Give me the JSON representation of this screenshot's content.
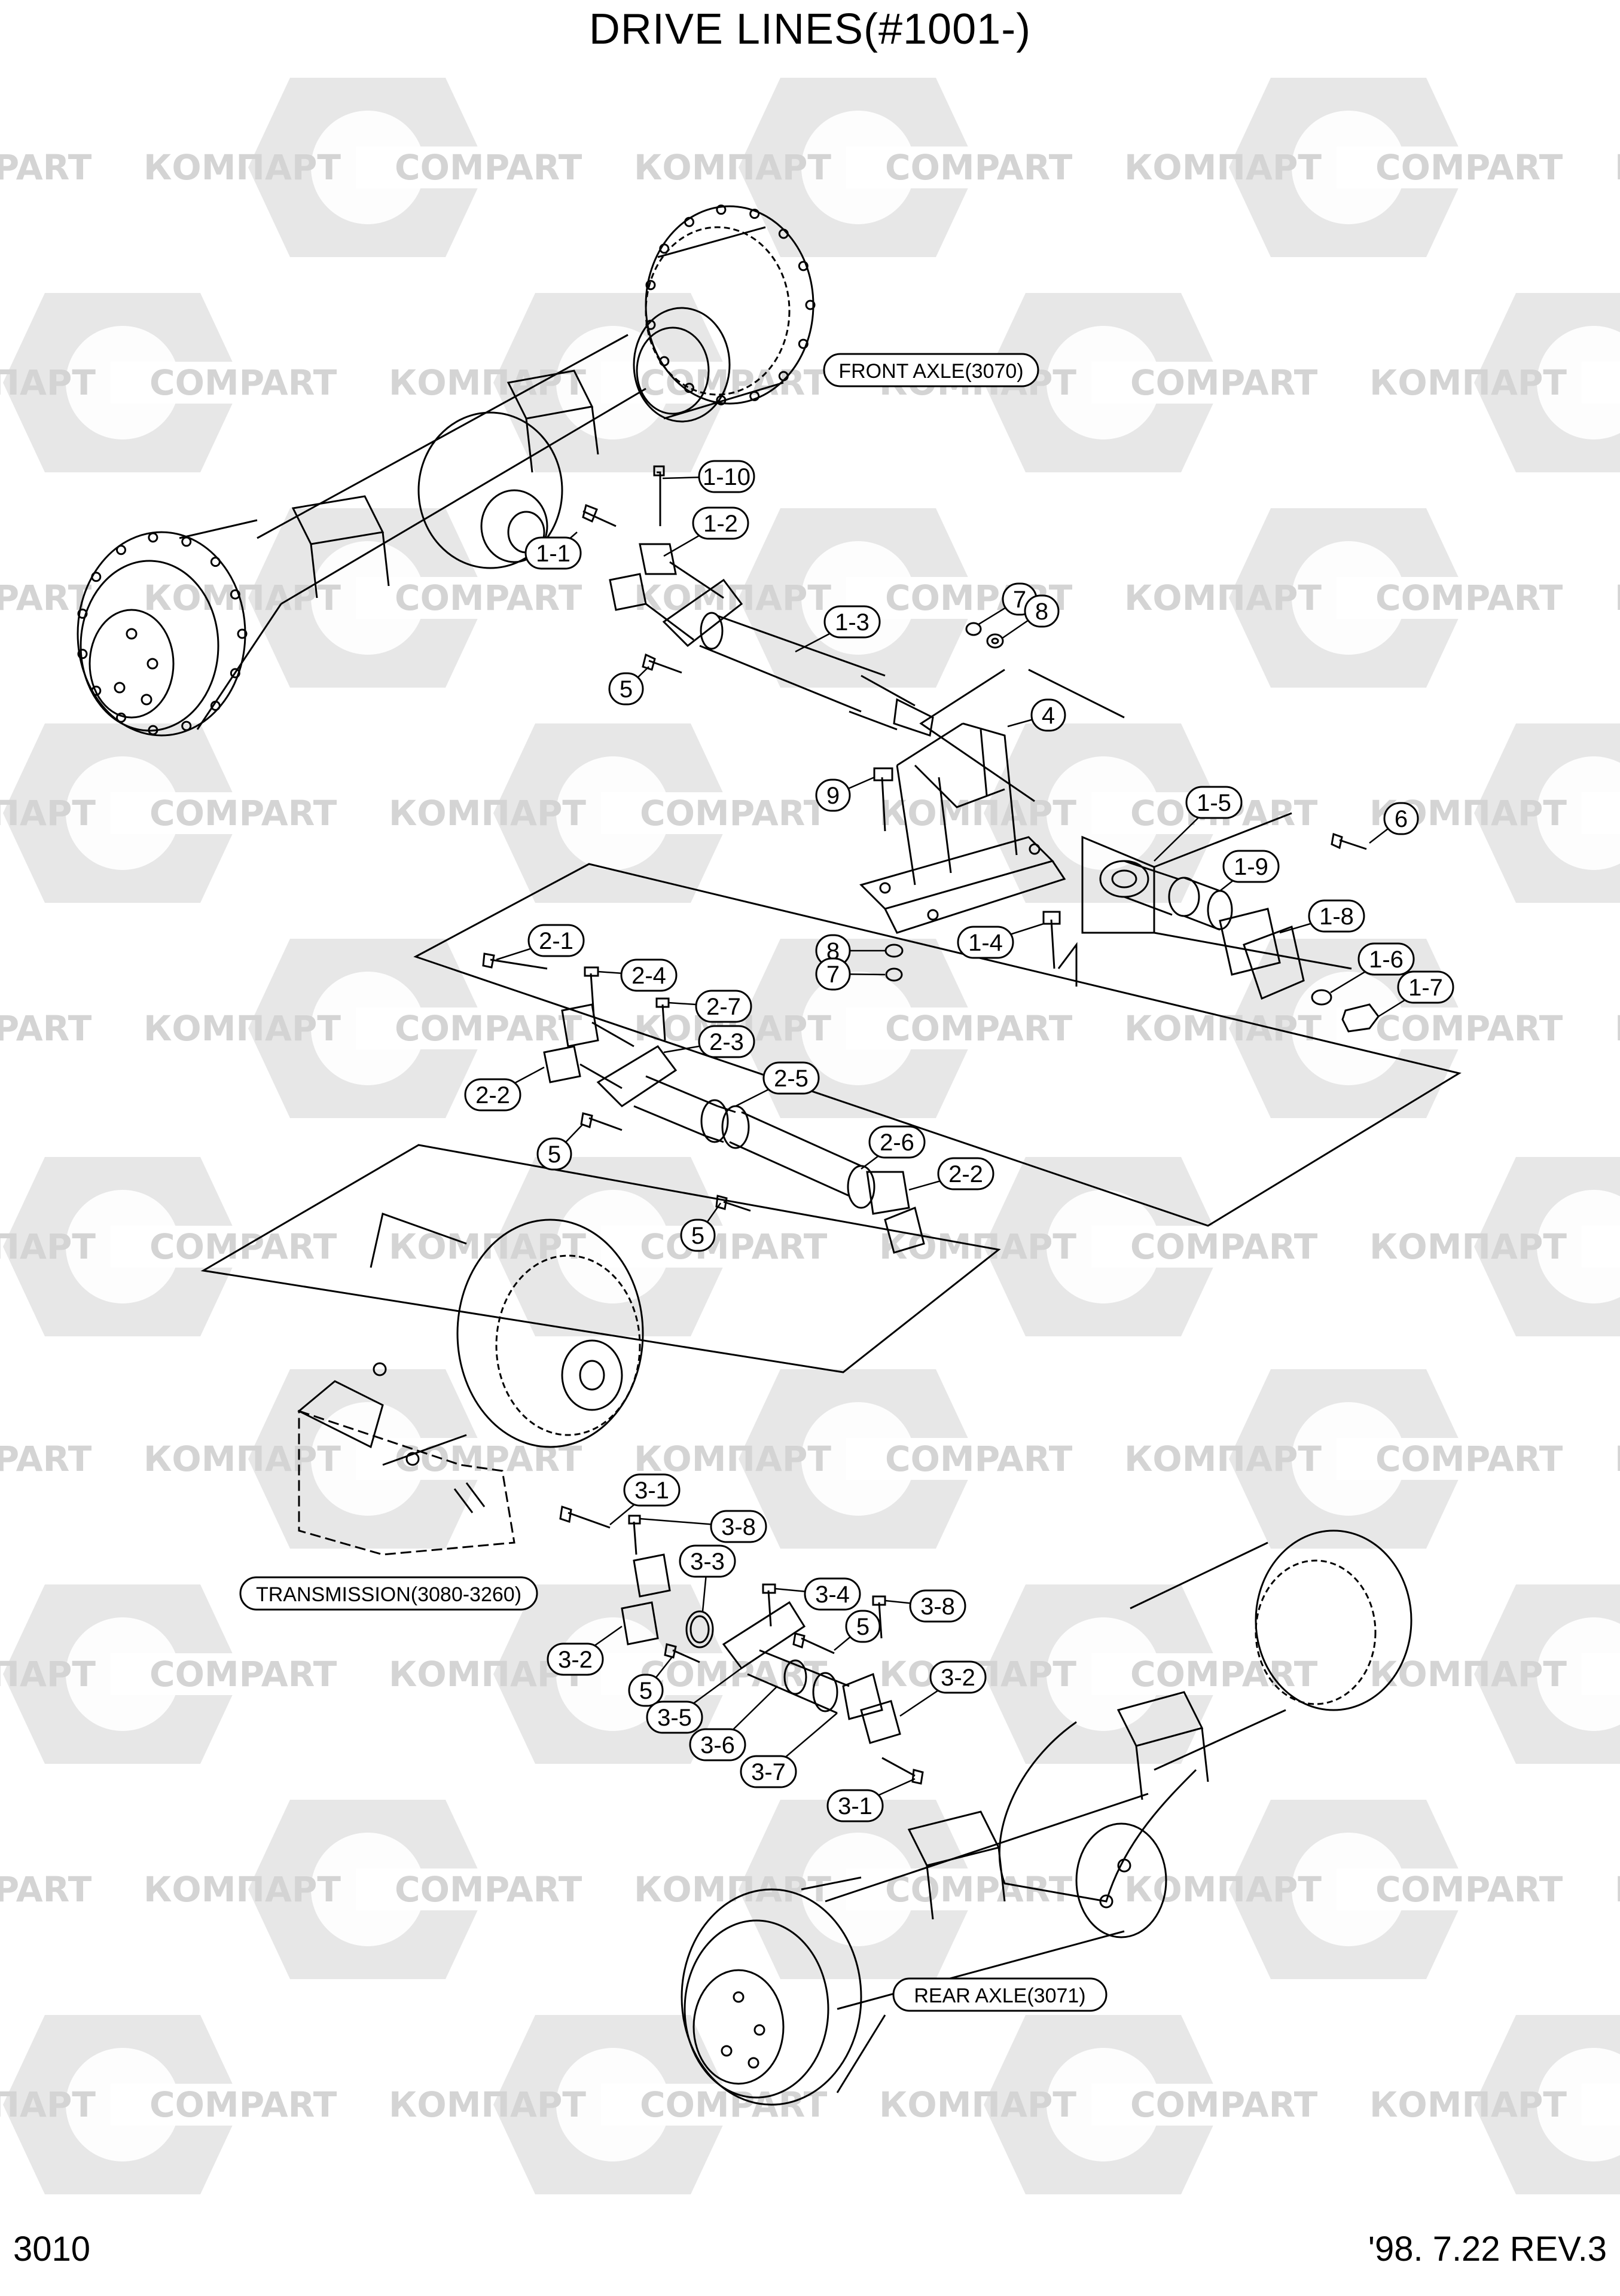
{
  "title": "DRIVE LINES(#1001-)",
  "page_number": "3010",
  "revision": "'98. 7.22 REV.3",
  "watermark": {
    "text_cyrillic": "КОМПАРТ",
    "text_latin": "COMPART"
  },
  "references": {
    "front_axle": "FRONT AXLE(3070)",
    "transmission": "TRANSMISSION(3080-3260)",
    "rear_axle": "REAR AXLE(3071)"
  },
  "callouts": [
    "1-10",
    "1-2",
    "1-1",
    "1-3",
    "7",
    "8",
    "5",
    "4",
    "9",
    "1-5",
    "6",
    "1-9",
    "1-8",
    "8",
    "7",
    "1-4",
    "1-6",
    "1-7",
    "2-1",
    "2-4",
    "2-7",
    "2-3",
    "2-2",
    "2-5",
    "5",
    "2-6",
    "2-2",
    "5",
    "3-1",
    "3-8",
    "3-3",
    "3-4",
    "3-8",
    "5",
    "3-2",
    "3-2",
    "5",
    "3-5",
    "3-6",
    "3-7",
    "3-1"
  ],
  "colors": {
    "line": "#000000",
    "watermark": "#d4d4d4",
    "background": "#ffffff"
  }
}
